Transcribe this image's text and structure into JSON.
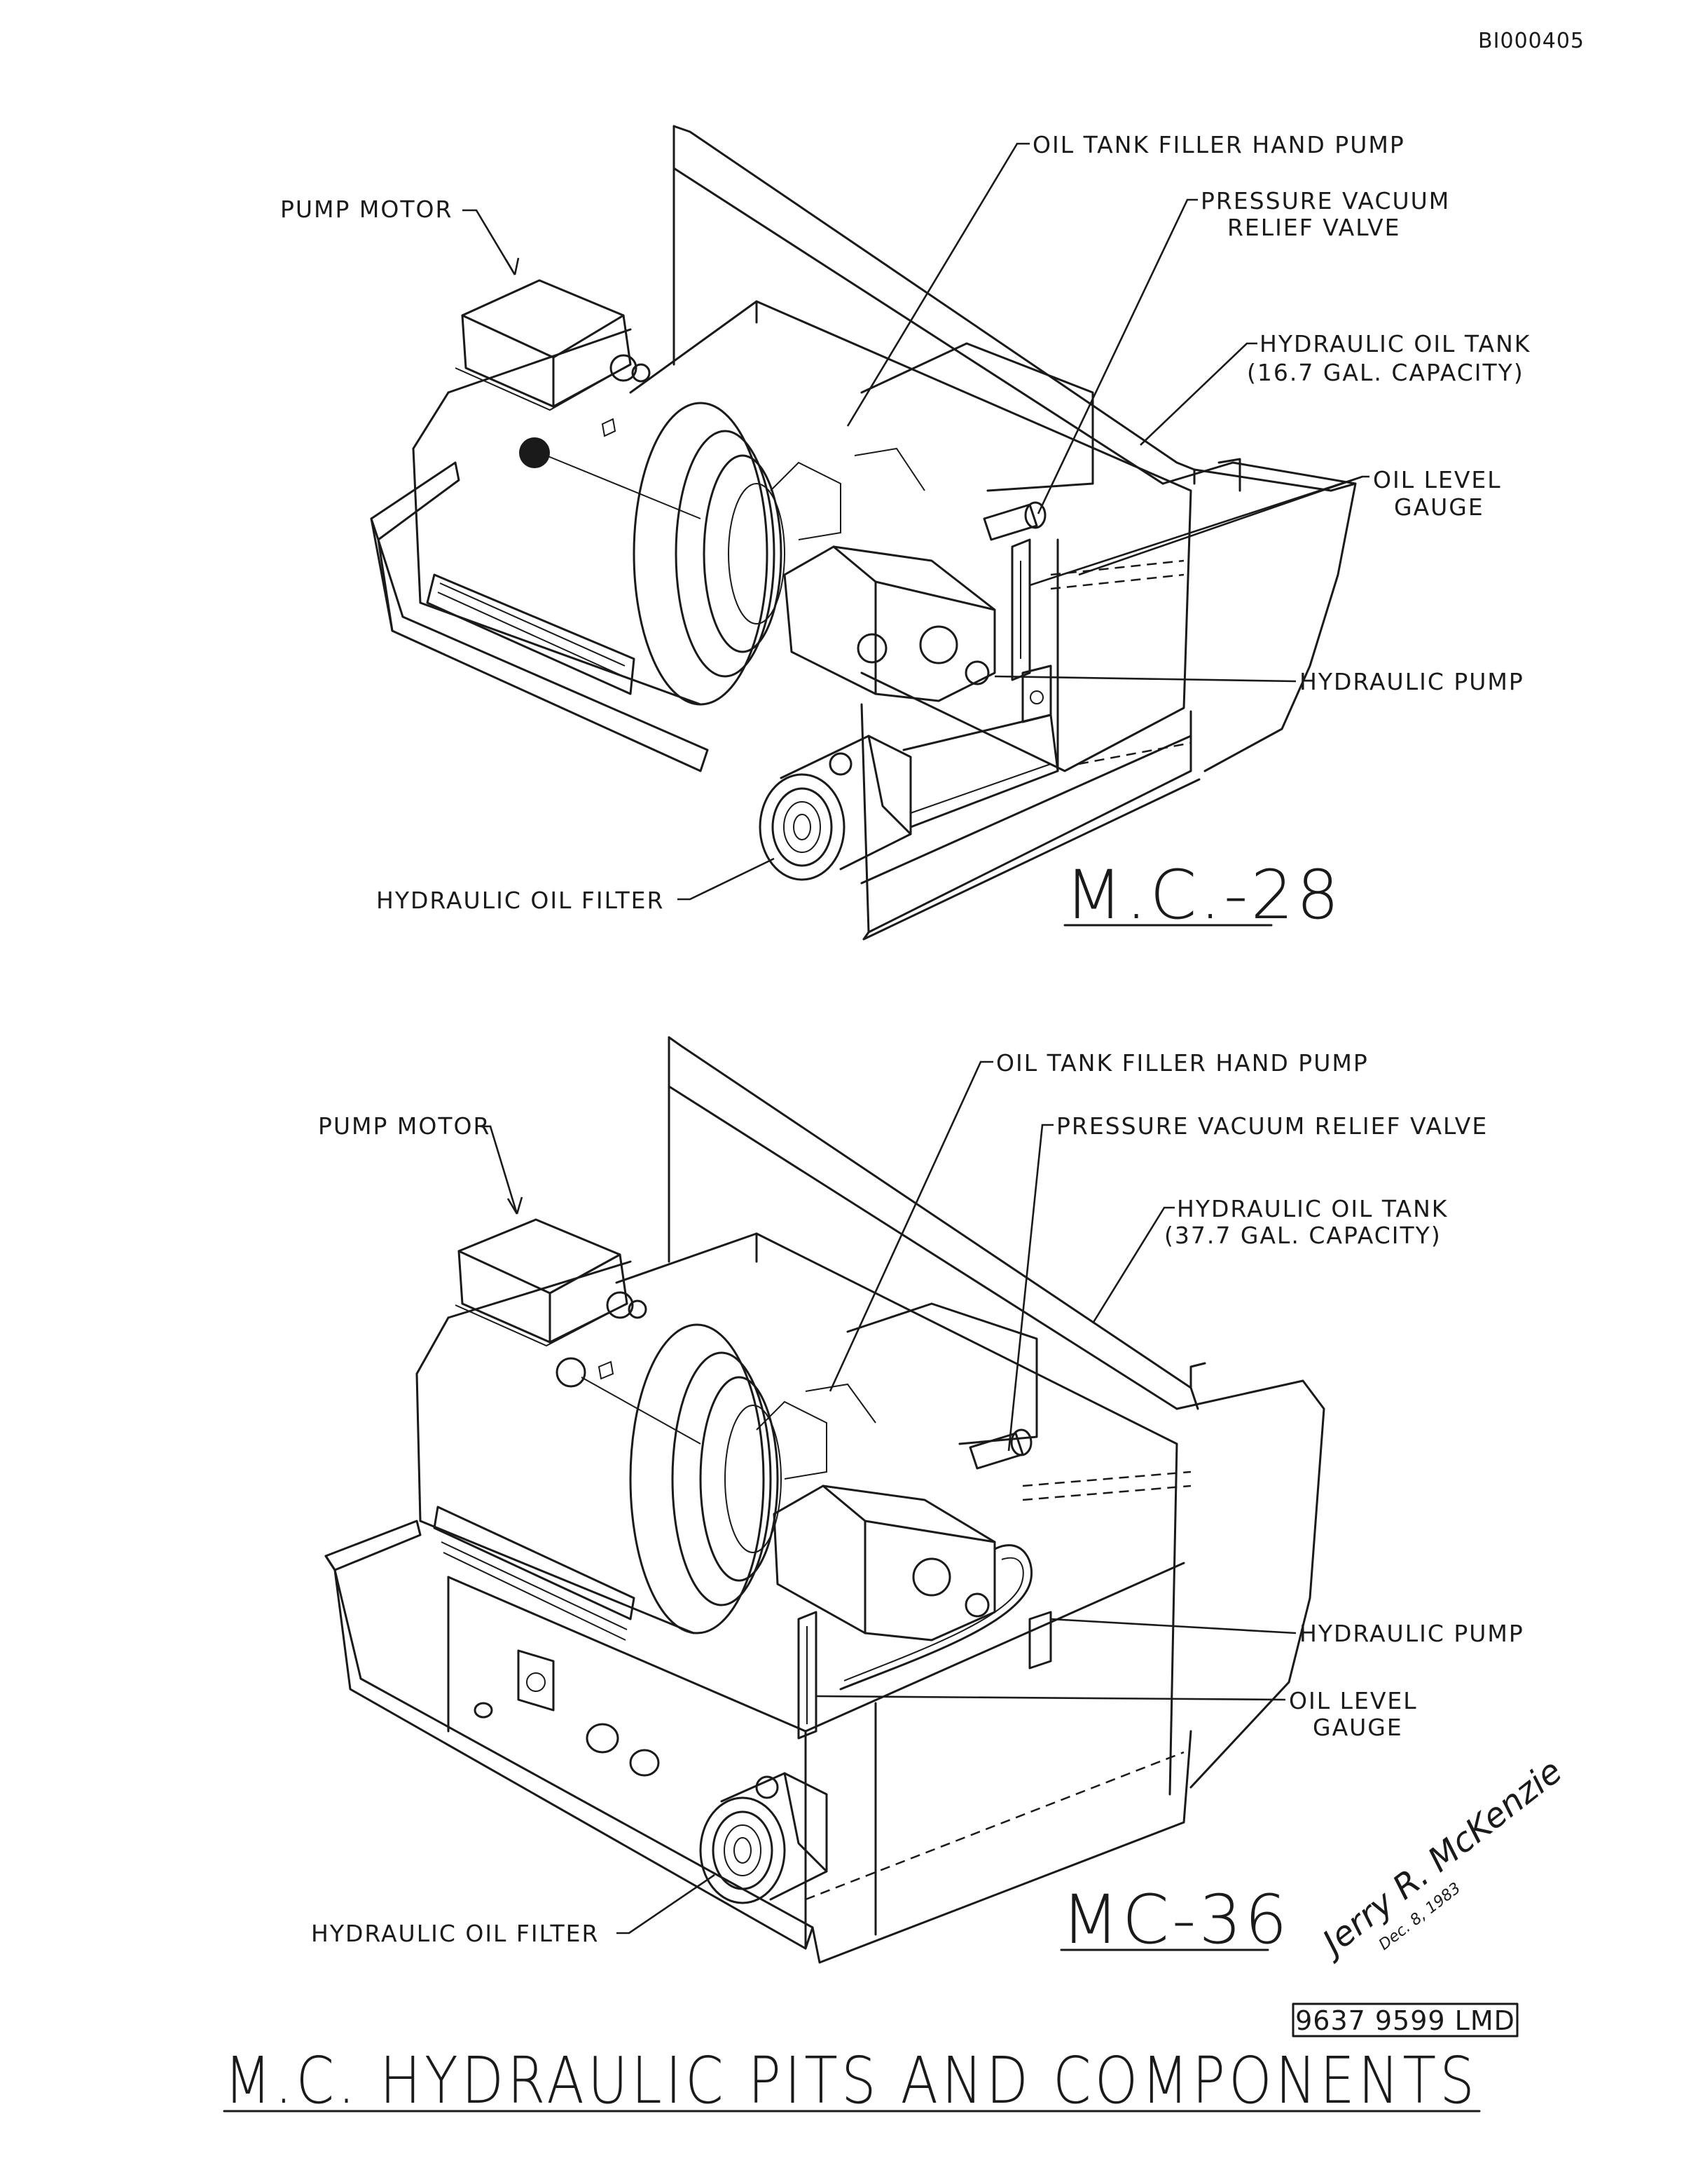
{
  "header": {
    "doc_id": "BI000405"
  },
  "diagram_top": {
    "model": "M.C.-28",
    "labels": {
      "pump_motor": "PUMP MOTOR",
      "filler_hand_pump": "OIL TANK FILLER HAND PUMP",
      "relief_valve_l1": "PRESSURE VACUUM",
      "relief_valve_l2": "RELIEF VALVE",
      "oil_tank_l1": "HYDRAULIC OIL TANK",
      "oil_tank_l2": "(16.7 GAL. CAPACITY)",
      "level_gauge_l1": "OIL LEVEL",
      "level_gauge_l2": "GAUGE",
      "hydraulic_pump": "HYDRAULIC PUMP",
      "oil_filter": "HYDRAULIC OIL FILTER"
    }
  },
  "diagram_bottom": {
    "model": "MC-36",
    "labels": {
      "pump_motor": "PUMP MOTOR",
      "filler_hand_pump": "OIL TANK FILLER HAND PUMP",
      "relief_valve": "PRESSURE VACUUM RELIEF VALVE",
      "oil_tank_l1": "HYDRAULIC OIL TANK",
      "oil_tank_l2": "(37.7 GAL. CAPACITY)",
      "hydraulic_pump": "HYDRAULIC PUMP",
      "level_gauge_l1": "OIL LEVEL",
      "level_gauge_l2": "GAUGE",
      "oil_filter": "HYDRAULIC OIL FILTER"
    }
  },
  "signature": {
    "name": "Jerry R. McKenzie",
    "date": "Dec. 8, 1983"
  },
  "footer": {
    "ref_number": "9637 9599 LMD",
    "title": "M.C. HYDRAULIC PITS AND COMPONENTS"
  }
}
